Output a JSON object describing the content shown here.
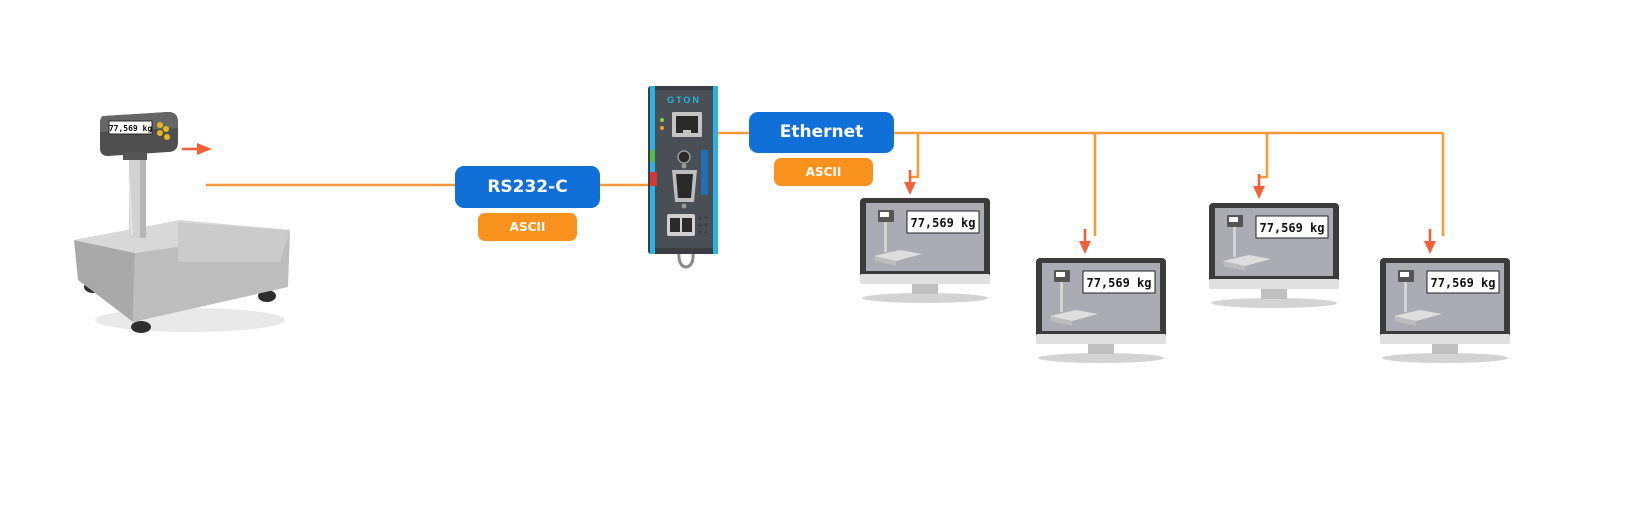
{
  "colors": {
    "link_line": "#f79a3c",
    "arrow": "#f0623a",
    "badge_blue": "#1170d8",
    "badge_orange": "#f9921d",
    "screen_bg": "#a9acb2",
    "display_bg": "#ffffff"
  },
  "scale": {
    "display_reading": "77,569 kg"
  },
  "links": {
    "serial": {
      "interface_label": "RS232-C",
      "protocol_label": "ASCII"
    },
    "network": {
      "interface_label": "Ethernet",
      "protocol_label": "ASCII"
    }
  },
  "gateway": {
    "brand_mark": "GTON"
  },
  "monitors": [
    {
      "reading": "77,569 kg"
    },
    {
      "reading": "77,569 kg"
    },
    {
      "reading": "77,569 kg"
    },
    {
      "reading": "77,569 kg"
    }
  ],
  "icons": {
    "scale": "platform-scale-icon",
    "gateway": "serial-ethernet-gateway-icon",
    "monitor": "monitor-icon",
    "arrow": "arrow-icon"
  }
}
